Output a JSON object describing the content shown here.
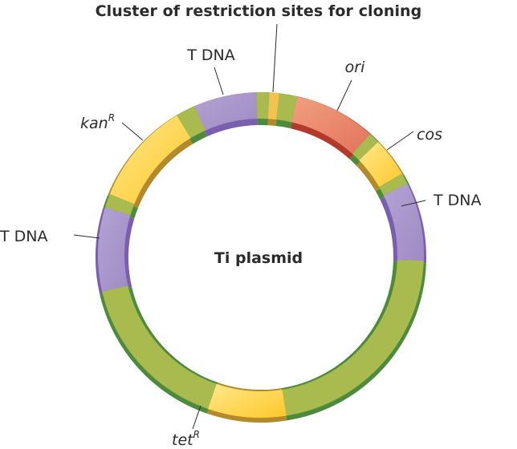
{
  "title": "Cluster of restriction sites for cloning",
  "center_label": "Ti plasmid",
  "colors": {
    "tdna": "#a793c9",
    "tdna_shadow": "#7a5fae",
    "backbone": "#a9ba4f",
    "backbone_shadow": "#4e8a3c",
    "marker": "#ffd24a",
    "marker_shadow": "#b28a2c",
    "ori": "#e88a6c",
    "ori_shadow": "#b23a2a",
    "site": "#f3c24f"
  },
  "labels": {
    "tdna_top": "T DNA",
    "ori": "ori",
    "cos": "cos",
    "tdna_right": "T DNA",
    "tdna_left": "T DNA",
    "kan_base": "kan",
    "kan_sup": "R",
    "tet_base": "tet",
    "tet_sup": "R"
  },
  "segments": [
    {
      "name": "tdna-top",
      "type": "tdna",
      "start": -24,
      "end": -1.5
    },
    {
      "name": "spacer-1",
      "type": "backbone",
      "start": -1.5,
      "end": 3
    },
    {
      "name": "restriction-site",
      "type": "site",
      "start": 3,
      "end": 6.5
    },
    {
      "name": "spacer-2",
      "type": "backbone",
      "start": 6.5,
      "end": 13
    },
    {
      "name": "ori",
      "type": "ori",
      "start": 13,
      "end": 42
    },
    {
      "name": "spacer-3",
      "type": "backbone",
      "start": 42,
      "end": 46
    },
    {
      "name": "cos",
      "type": "marker",
      "start": 46,
      "end": 60
    },
    {
      "name": "spacer-4",
      "type": "backbone",
      "start": 60,
      "end": 64
    },
    {
      "name": "tdna-right",
      "type": "tdna",
      "start": 64,
      "end": 92
    },
    {
      "name": "backbone-right",
      "type": "backbone",
      "start": 92,
      "end": 171
    },
    {
      "name": "tetR",
      "type": "marker",
      "start": 171,
      "end": 199
    },
    {
      "name": "backbone-left",
      "type": "backbone",
      "start": 199,
      "end": 257
    },
    {
      "name": "tdna-left",
      "type": "tdna",
      "start": 257,
      "end": 287
    },
    {
      "name": "spacer-5",
      "type": "backbone",
      "start": 287,
      "end": 292
    },
    {
      "name": "kanR",
      "type": "marker",
      "start": 292,
      "end": 329
    },
    {
      "name": "spacer-6",
      "type": "backbone",
      "start": 329,
      "end": 336
    }
  ]
}
